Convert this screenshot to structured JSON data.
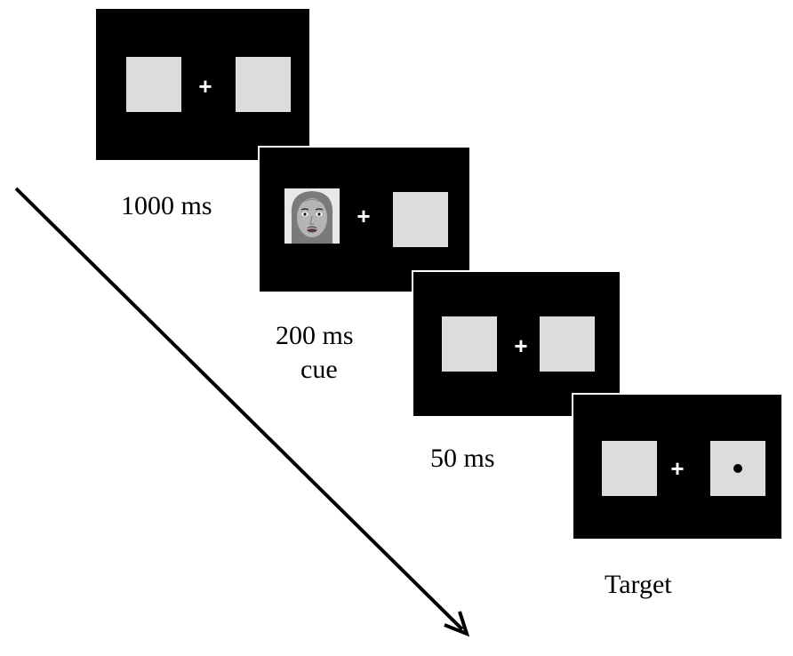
{
  "frames": [
    {
      "duration_label": "1000 ms",
      "left_box": "empty",
      "right_box": "empty"
    },
    {
      "duration_label": "200 ms",
      "sub_label": "cue",
      "left_box": "face",
      "right_box": "empty"
    },
    {
      "duration_label": "50 ms",
      "left_box": "empty",
      "right_box": "empty"
    },
    {
      "duration_label": "Target",
      "left_box": "empty",
      "right_box": "dot"
    }
  ],
  "fixation_symbol": "+",
  "colors": {
    "screen": "#000000",
    "placeholder_box": "#dcdcdc",
    "background": "#ffffff",
    "arrow": "#000000"
  }
}
